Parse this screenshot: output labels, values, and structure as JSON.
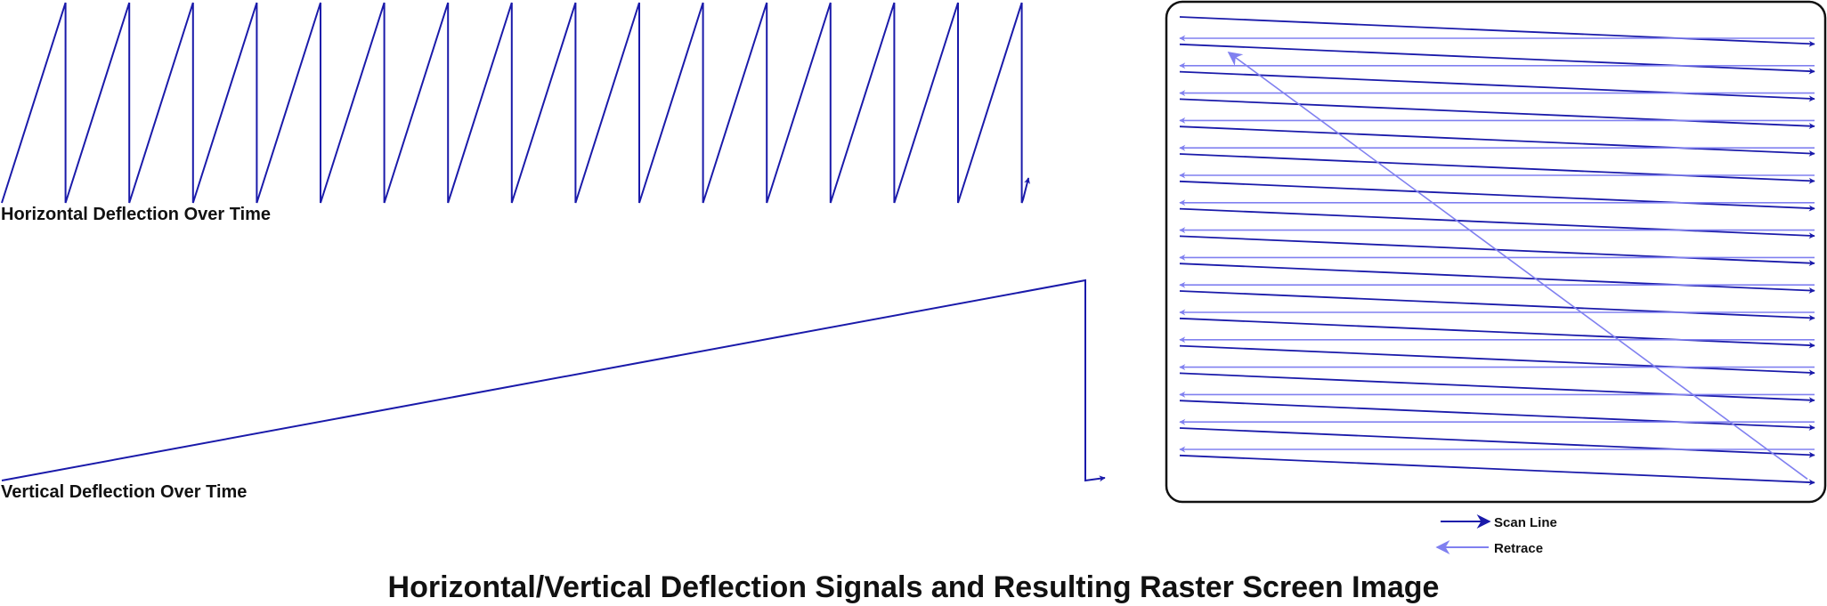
{
  "title": "Horizontal/Vertical Deflection Signals and Resulting Raster Screen Image",
  "horizontal_signal": {
    "label": "Horizontal Deflection Over Time",
    "cycles": 17
  },
  "vertical_signal": {
    "label": "Vertical Deflection Over Time",
    "cycles": 1
  },
  "raster": {
    "scan_lines": 17
  },
  "legend": {
    "scan_line": "Scan Line",
    "retrace": "Retrace"
  },
  "colors": {
    "scan": "#1a1aaa",
    "retrace": "#8080f0",
    "text": "#111111",
    "frame": "#111111"
  }
}
